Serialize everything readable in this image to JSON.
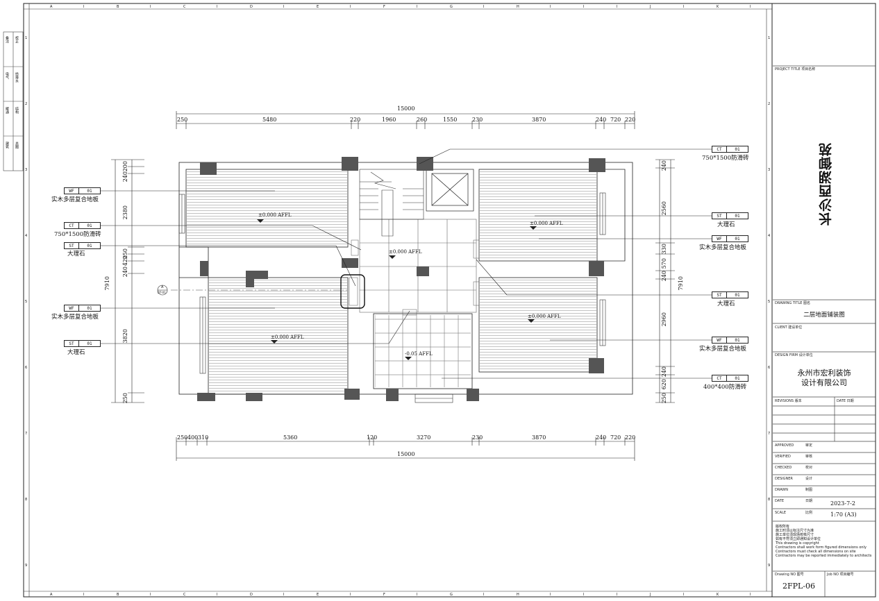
{
  "grid": {
    "cols": [
      "A",
      "I",
      "B",
      "I",
      "C",
      "I",
      "D",
      "I",
      "E",
      "I",
      "F",
      "I",
      "G",
      "I",
      "H",
      "I",
      "I",
      "I",
      "J",
      "I",
      "K",
      "I"
    ],
    "rows": [
      "1",
      "2",
      "3",
      "4",
      "5",
      "6",
      "7",
      "8",
      "9"
    ]
  },
  "left_strip": [
    "备注",
    "校正",
    "电气",
    "给排水",
    "暖通",
    "结构",
    "建筑",
    "总图"
  ],
  "dims_top": {
    "overall": "15000",
    "segments": [
      "250",
      "5480",
      "220",
      "1960",
      "260",
      "1550",
      "230",
      "3870",
      "240",
      "720",
      "220"
    ]
  },
  "dims_bottom": {
    "overall": "15000",
    "segments": [
      "250",
      "400",
      "310",
      "5360",
      "120",
      "3270",
      "230",
      "3870",
      "240",
      "720",
      "220"
    ]
  },
  "dims_left": {
    "overall": "7910",
    "segments": [
      "200",
      "240",
      "2380",
      "250",
      "240",
      "420",
      "3820",
      "250"
    ]
  },
  "dims_right": {
    "overall": "7910",
    "segments": [
      "240",
      "2560",
      "330",
      "570",
      "240",
      "2960",
      "240",
      "620",
      "250"
    ]
  },
  "elevations": {
    "l1": "±0.000 AFFL",
    "l2": "±0.000 AFFL",
    "l3": "±0.000 AFFL",
    "l4": "±0.000 AFFL",
    "l5": "±0.000 AFFL",
    "l6": "-0.05 AFFL"
  },
  "section_mark": {
    "top": "A",
    "bottom": "DT-01"
  },
  "tags_left": [
    {
      "code": "WF",
      "num": "01",
      "text": "实木多层复合地板"
    },
    {
      "code": "CT",
      "num": "01",
      "text": "750*1500防滑砖"
    },
    {
      "code": "ST",
      "num": "01",
      "text": "大理石"
    },
    {
      "code": "WF",
      "num": "01",
      "text": "实木多层复合地板"
    },
    {
      "code": "ST",
      "num": "01",
      "text": "大理石"
    }
  ],
  "tags_right": [
    {
      "code": "CT",
      "num": "01",
      "text": "750*1500防滑砖"
    },
    {
      "code": "ST",
      "num": "01",
      "text": "大理石"
    },
    {
      "code": "WF",
      "num": "01",
      "text": "实木多层复合地板"
    },
    {
      "code": "ST",
      "num": "01",
      "text": "大理石"
    },
    {
      "code": "WF",
      "num": "01",
      "text": "实木多层复合地板"
    },
    {
      "code": "CT",
      "num": "01",
      "text": "400*400防滑砖"
    }
  ],
  "titleblock": {
    "project_label": "PROJECT TITLE  项目名称",
    "project_title": "长沙西湖御苑",
    "drawing_label": "DRAWING TITLE  图名",
    "drawing_title": "二层地面铺装图",
    "client_label": "CLIENT  建设单位",
    "firm_label": "DESIGN FIRM  设计单位",
    "firm_line1": "永州市宏利装饰",
    "firm_line2": "设计有限公司",
    "revisions_label": "REVISIONS  版本",
    "date_label_rev": "DATE  日期",
    "approved": "APPROVED",
    "approved_cn": "审定",
    "verified": "VERIFIED",
    "verified_cn": "审核",
    "checked": "CHECKED",
    "checked_cn": "校对",
    "designer": "DESIGNER",
    "designer_cn": "设计",
    "drawn": "DRAWN",
    "drawn_cn": "制图",
    "date": "DATE",
    "date_cn": "日期",
    "date_value": "2023-7-2",
    "scale": "SCALE",
    "scale_cn": "比例",
    "scale_value": "1:70 (A3)",
    "notes": [
      "版权所有",
      "施工时须以标注尺寸为准",
      "施工单位须现场校核尺寸",
      "如有不符须立即通知设计单位",
      "This drawing is copyright",
      "Contractors shall work form figured dimensions only",
      "Contractors must check all dimensions on site",
      "Contractors may be reported immediately to architects"
    ],
    "drawing_no_label": "Drawing NO  图号",
    "job_no_label": "Job NO  项目编号",
    "drawing_no": "2FPL-06"
  }
}
